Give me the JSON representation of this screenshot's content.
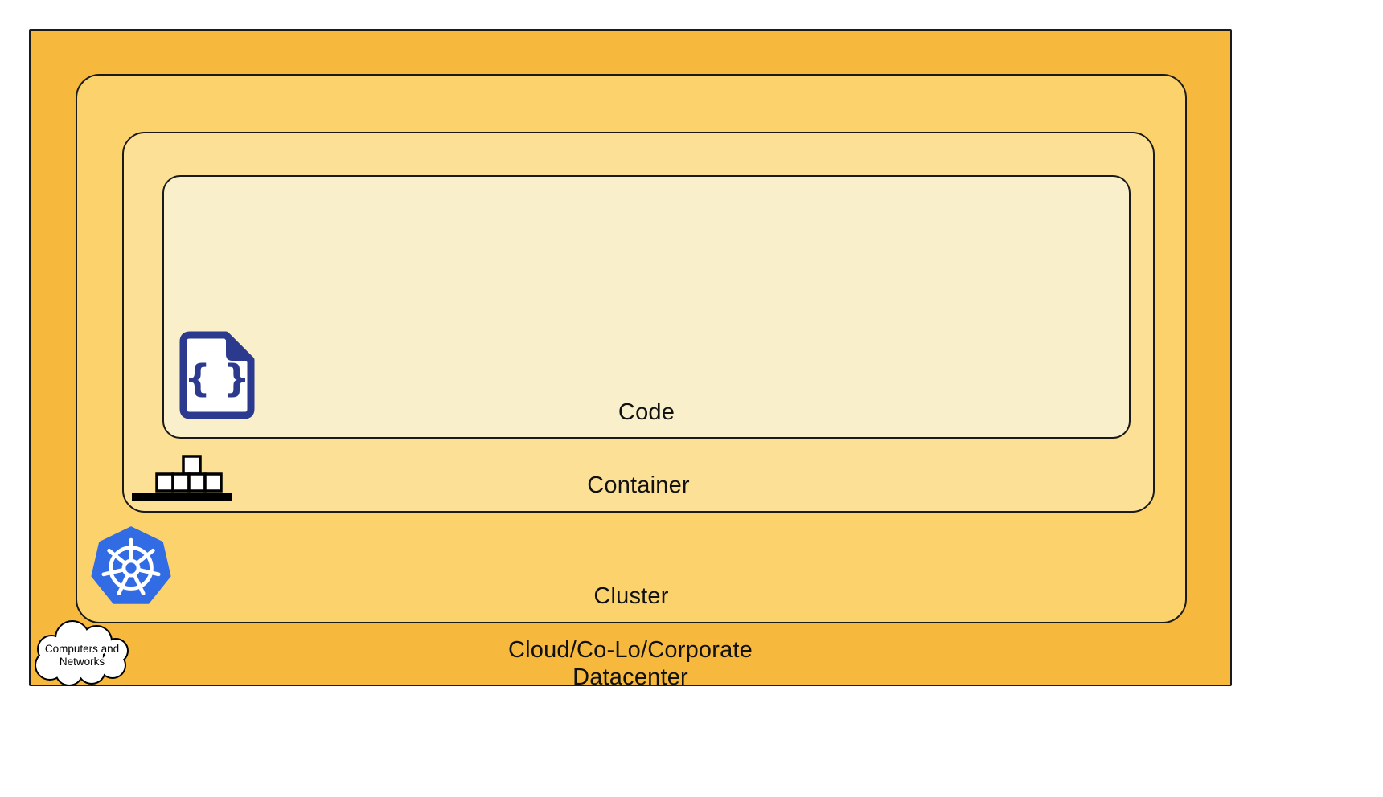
{
  "colors": {
    "outer-bg": "#F6B93E",
    "cluster-bg": "#FBD26C",
    "container-bg": "#FCE096",
    "code-bg": "#FAEFCB",
    "code-navy": "#2B3A8F",
    "k8s-blue": "#326CE5",
    "icon-black": "#000000",
    "cloud-fill": "#FFFFFF"
  },
  "layers": {
    "code": {
      "label": "Code"
    },
    "container": {
      "label": "Container"
    },
    "cluster": {
      "label": "Cluster"
    },
    "datacenter": {
      "label_line1": "Cloud/Co-Lo/Corporate",
      "label_line2": "Datacenter"
    }
  },
  "cloud": {
    "label_line1": "Computers and",
    "label_line2": "Networks"
  },
  "code_icon": {
    "glyph": "{ }"
  },
  "icons": {
    "code_file": "code-file-icon",
    "container_stack": "container-stack-icon",
    "kubernetes": "kubernetes-icon",
    "computers_networks_cloud": "computers-networks-cloud-icon"
  }
}
